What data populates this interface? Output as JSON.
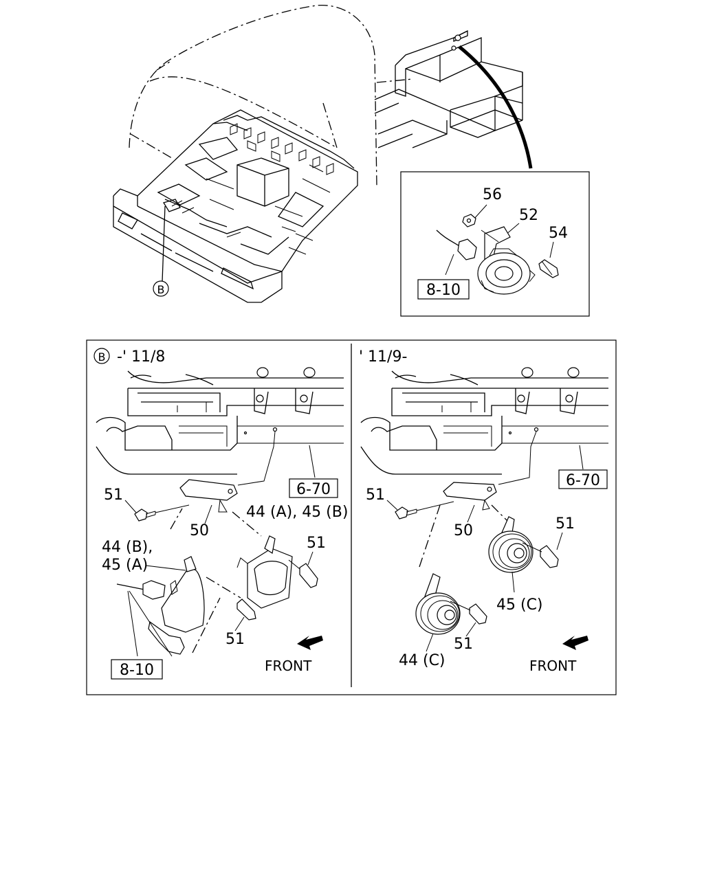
{
  "top": {
    "callout_B": "B",
    "detail": {
      "labels": {
        "p56": "56",
        "p52": "52",
        "p54": "54"
      },
      "ref_box": "8-10"
    }
  },
  "bottom": {
    "left": {
      "header_circle": "B",
      "header_text": "-' 11/8",
      "ref_box_frame": "6-70",
      "ref_box_wiring": "8-10",
      "labels": {
        "p51_a": "51",
        "p50": "50",
        "p44a45b": "44 (A), 45 (B)",
        "p44b_line1": "44 (B),",
        "p44b_line2": "45 (A)",
        "p51_b": "51",
        "p51_c": "51"
      },
      "front": "FRONT"
    },
    "right": {
      "header_text": "' 11/9-",
      "ref_box_frame": "6-70",
      "labels": {
        "p51_a": "51",
        "p50": "50",
        "p51_b": "51",
        "p45c": "45 (C)",
        "p51_c": "51",
        "p44c": "44 (C)"
      },
      "front": "FRONT"
    }
  }
}
